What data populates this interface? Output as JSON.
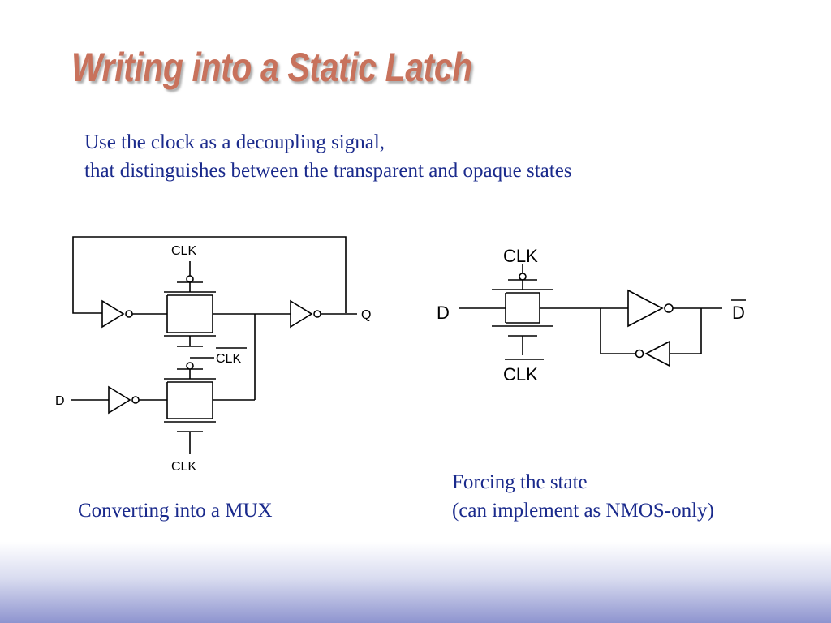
{
  "slide": {
    "title": "Writing into a Static Latch",
    "subtitle_lines": [
      "Use the clock as a decoupling signal,",
      "that distinguishes between the transparent and opaque states"
    ]
  },
  "mux_diagram": {
    "label_clk_top": "CLK",
    "label_clk_bar": "CLK",
    "label_clk_bottom": "CLK",
    "label_q": "Q",
    "label_d": "D",
    "caption": "Converting into a MUX"
  },
  "forcing_diagram": {
    "label_clk_top": "CLK",
    "label_clk_bar": "CLK",
    "label_d": "D",
    "label_dbar": "D",
    "caption_lines": [
      "Forcing the state",
      "(can implement as NMOS-only)"
    ]
  },
  "colors": {
    "title": "#c8725c",
    "body_text": "#1a2a8c",
    "wire": "#000000"
  }
}
